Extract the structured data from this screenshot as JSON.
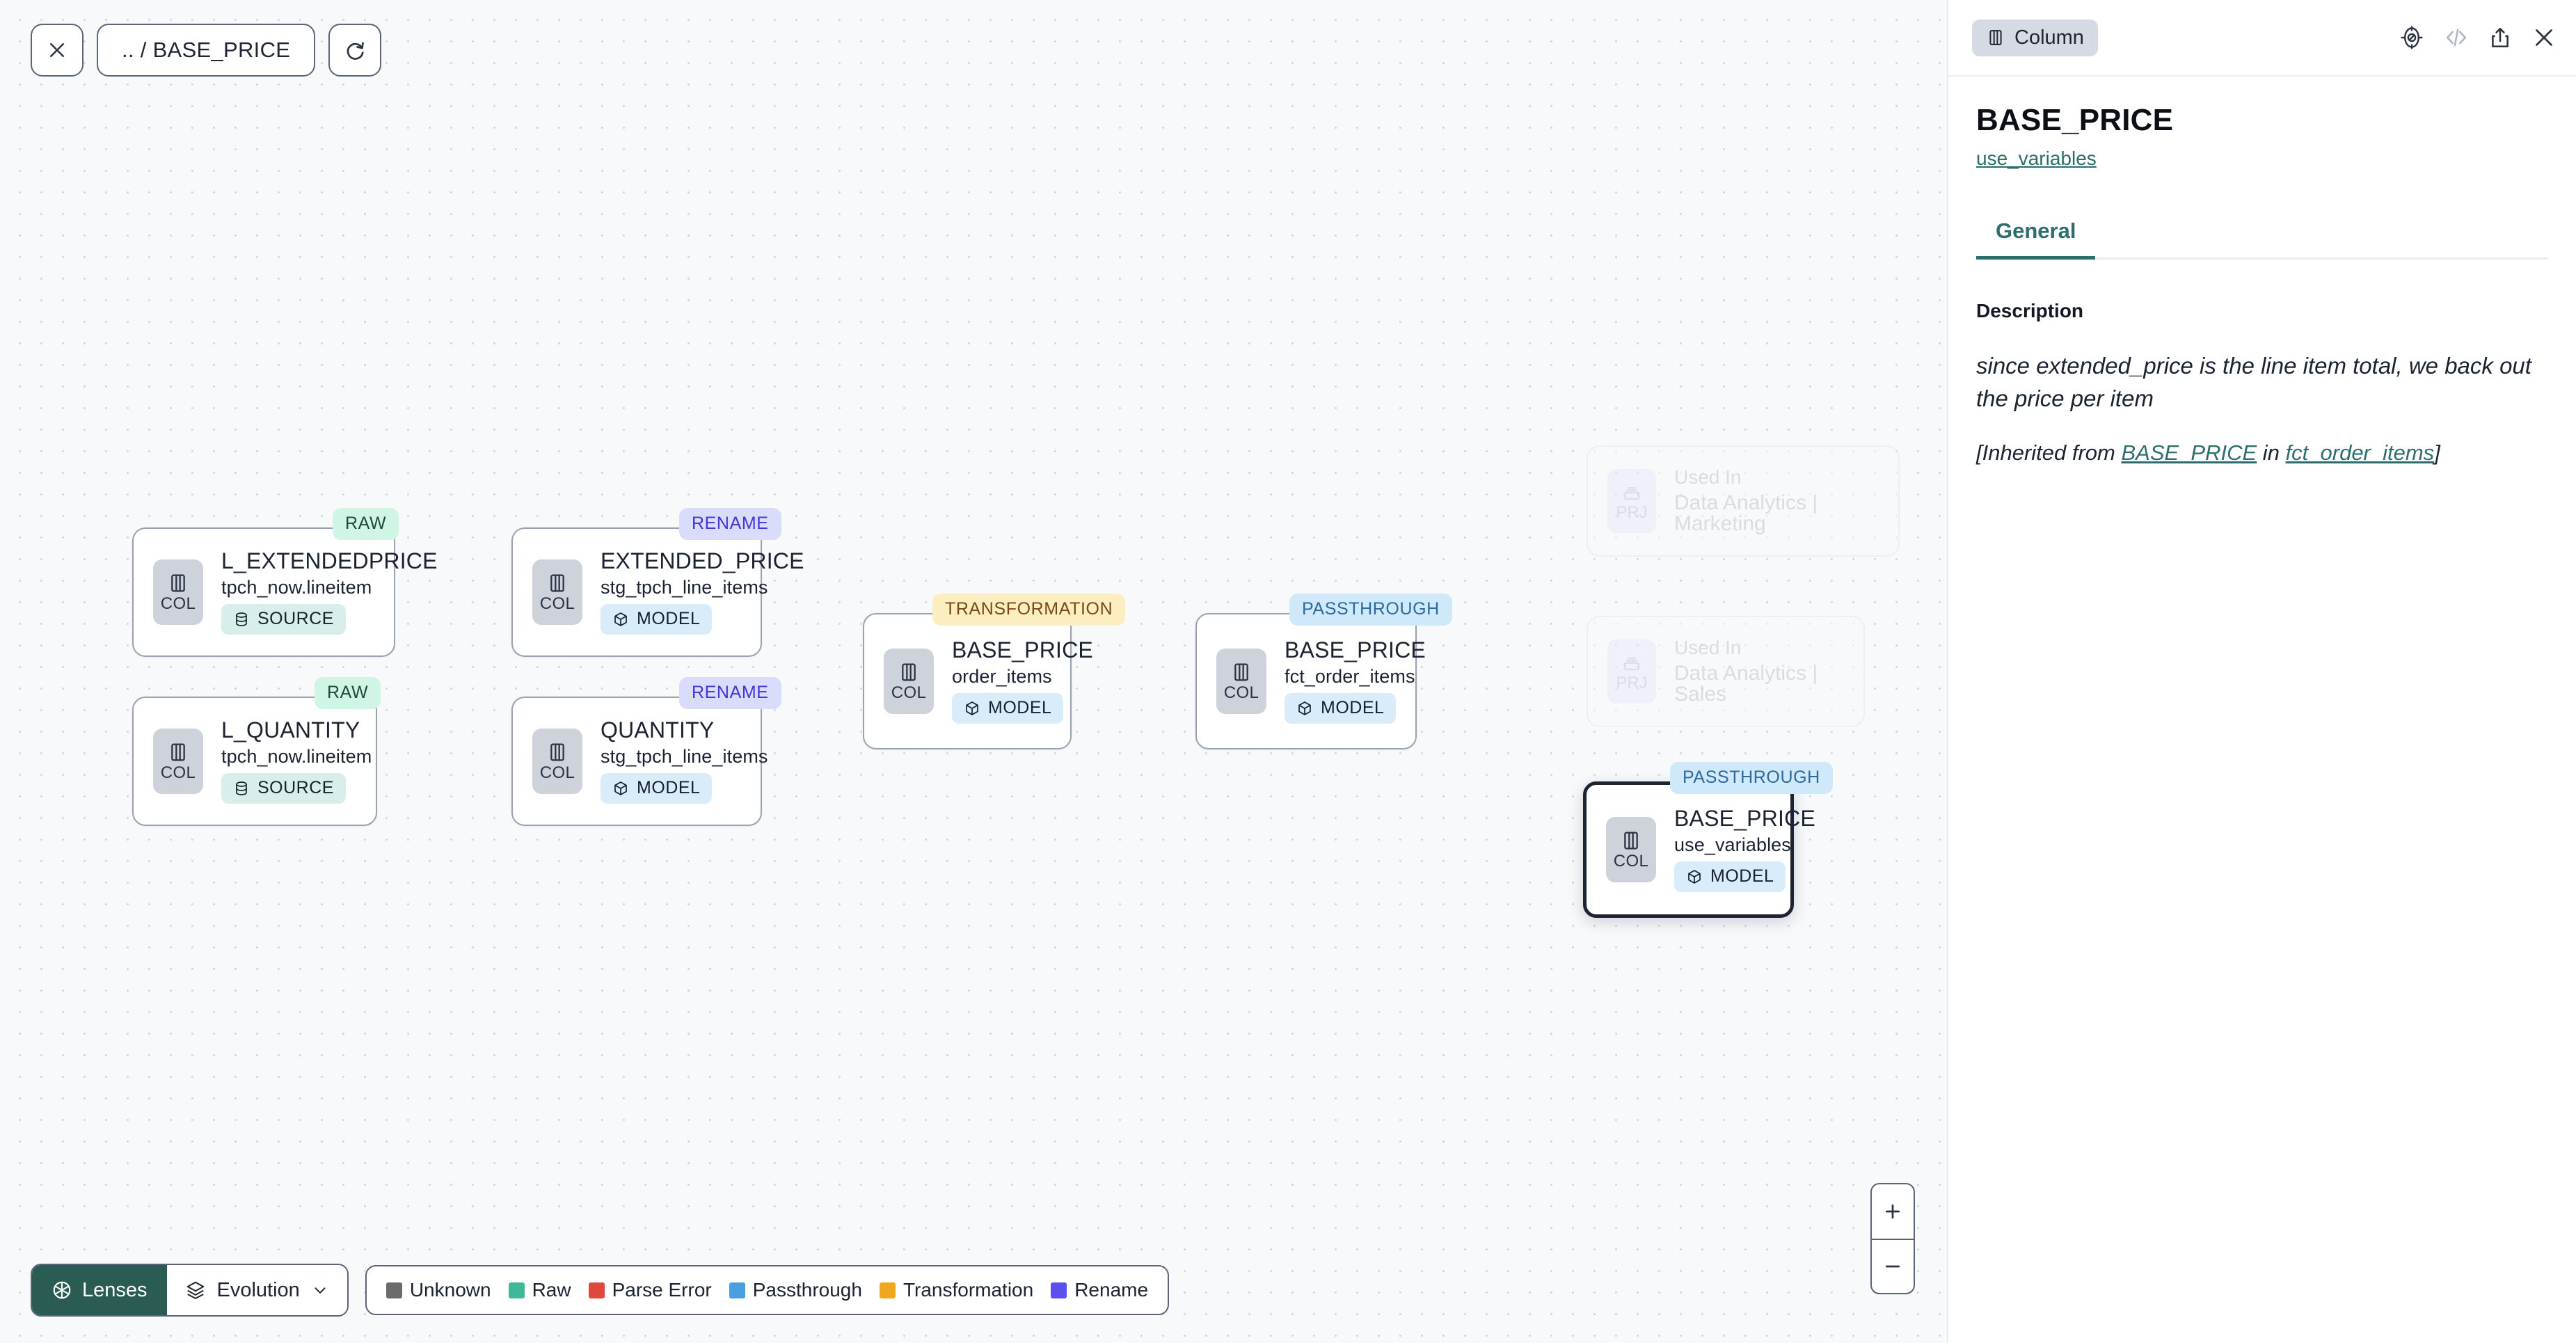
{
  "canvas": {
    "toolbar": {
      "close_icon": "close-icon",
      "breadcrumb": ".. / BASE_PRICE",
      "refresh_icon": "refresh-icon"
    },
    "nodes": [
      {
        "id": "n1",
        "tag": "RAW",
        "tag_type": "raw",
        "icon_label": "COL",
        "title": "L_EXTENDEDPRICE",
        "sub": "tpch_now.lineitem",
        "badge": "SOURCE",
        "badge_type": "source",
        "selected": false
      },
      {
        "id": "n2",
        "tag": "RAW",
        "tag_type": "raw",
        "icon_label": "COL",
        "title": "L_QUANTITY",
        "sub": "tpch_now.lineitem",
        "badge": "SOURCE",
        "badge_type": "source",
        "selected": false
      },
      {
        "id": "n3",
        "tag": "RENAME",
        "tag_type": "ren",
        "icon_label": "COL",
        "title": "EXTENDED_PRICE",
        "sub": "stg_tpch_line_items",
        "badge": "MODEL",
        "badge_type": "model",
        "selected": false
      },
      {
        "id": "n4",
        "tag": "RENAME",
        "tag_type": "ren",
        "icon_label": "COL",
        "title": "QUANTITY",
        "sub": "stg_tpch_line_items",
        "badge": "MODEL",
        "badge_type": "model",
        "selected": false
      },
      {
        "id": "n5",
        "tag": "TRANSFORMATION",
        "tag_type": "trans",
        "icon_label": "COL",
        "title": "BASE_PRICE",
        "sub": "order_items",
        "badge": "MODEL",
        "badge_type": "model",
        "selected": false
      },
      {
        "id": "n6",
        "tag": "PASSTHROUGH",
        "tag_type": "pass",
        "icon_label": "COL",
        "title": "BASE_PRICE",
        "sub": "fct_order_items",
        "badge": "MODEL",
        "badge_type": "model",
        "selected": false
      },
      {
        "id": "n7",
        "tag": "PASSTHROUGH",
        "tag_type": "pass",
        "icon_label": "COL",
        "title": "BASE_PRICE",
        "sub": "use_variables",
        "badge": "MODEL",
        "badge_type": "model",
        "selected": true
      }
    ],
    "ghost_nodes": [
      {
        "icon_label": "PRJ",
        "line1": "Used In",
        "line2": "Data Analytics | Marketing"
      },
      {
        "icon_label": "PRJ",
        "line1": "Used In",
        "line2": "Data Analytics | Sales"
      }
    ],
    "bottom_bar": {
      "lenses_label": "Lenses",
      "lenses_icon": "aperture-icon",
      "evolution_label": "Evolution",
      "evolution_icon": "layers-icon",
      "evolution_chevron": "chevron-down-icon",
      "legend": [
        {
          "label": "Unknown",
          "color": "#6b6b6b"
        },
        {
          "label": "Raw",
          "color": "#3fb89a"
        },
        {
          "label": "Parse Error",
          "color": "#e1483d"
        },
        {
          "label": "Passthrough",
          "color": "#4a9fe0"
        },
        {
          "label": "Transformation",
          "color": "#efa81e"
        },
        {
          "label": "Rename",
          "color": "#5b4ff0"
        }
      ]
    },
    "zoom_controls": {
      "zoom_in": "+",
      "zoom_out": "–"
    }
  },
  "panel": {
    "chip_label": "Column",
    "chip_icon": "column-icon",
    "header_icons": [
      "compass-icon",
      "code-icon",
      "share-icon",
      "close-icon"
    ],
    "title": "BASE_PRICE",
    "subtitle_link": "use_variables",
    "tabs": [
      {
        "label": "General",
        "active": true
      }
    ],
    "description_label": "Description",
    "description_text": "since extended_price is the line item total, we back out the price per item",
    "inherited": {
      "prefix": "[Inherited from ",
      "link1": "BASE_PRICE",
      "middle": " in ",
      "link2": "fct_order_items",
      "suffix": "]"
    }
  },
  "colors": {
    "accent_teal": "#2b6e6b",
    "lens_teal": "#2b5c54",
    "canvas_bg": "#f7f9fb",
    "node_border": "#9aa2b1",
    "selected_border": "#1c2333"
  }
}
